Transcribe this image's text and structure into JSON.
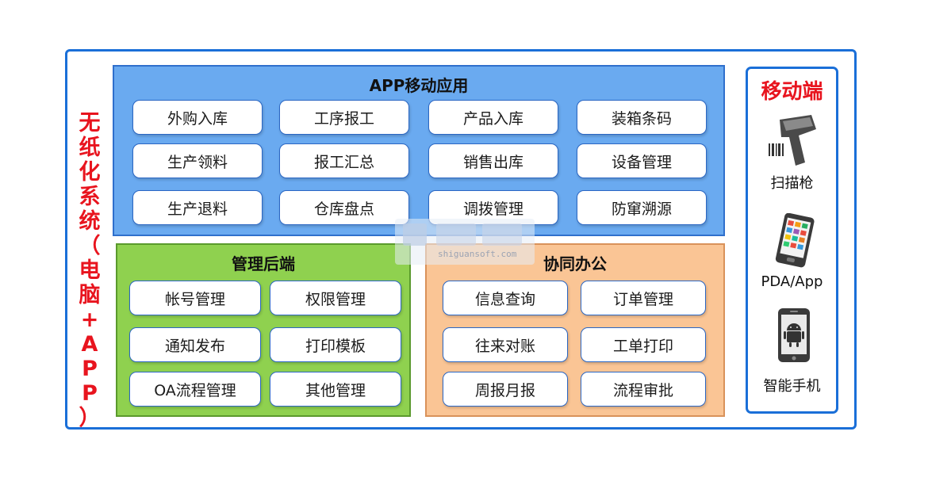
{
  "side_title": [
    "无",
    "纸",
    "化",
    "系",
    "统",
    "（",
    "电",
    "脑",
    "+",
    "A",
    "P",
    "P",
    "）"
  ],
  "app_panel": {
    "title": "APP移动应用",
    "buttons": [
      "外购入库",
      "工序报工",
      "产品入库",
      "装箱条码",
      "生产领料",
      "报工汇总",
      "销售出库",
      "设备管理",
      "生产退料",
      "仓库盘点",
      "调拨管理",
      "防窜溯源"
    ]
  },
  "mgmt_panel": {
    "title": "管理后端",
    "buttons": [
      "帐号管理",
      "权限管理",
      "通知发布",
      "打印模板",
      "OA流程管理",
      "其他管理"
    ]
  },
  "collab_panel": {
    "title": "协同办公",
    "buttons": [
      "信息查询",
      "订单管理",
      "往来对账",
      "工单打印",
      "周报月报",
      "流程审批"
    ]
  },
  "mobile_panel": {
    "title": "移动端",
    "devices": [
      {
        "label": "扫描枪",
        "icon": "barcode-scanner-icon"
      },
      {
        "label": "PDA/App",
        "icon": "pda-icon"
      },
      {
        "label": "智能手机",
        "icon": "android-phone-icon"
      }
    ]
  },
  "watermark": {
    "text": "shiguansoft.com"
  },
  "colors": {
    "frame": "#1a6fd8",
    "accent_red": "#e8141e",
    "app_bg": "#6aaaf0",
    "mgmt_bg": "#8fd14f",
    "collab_bg": "#fac595"
  }
}
